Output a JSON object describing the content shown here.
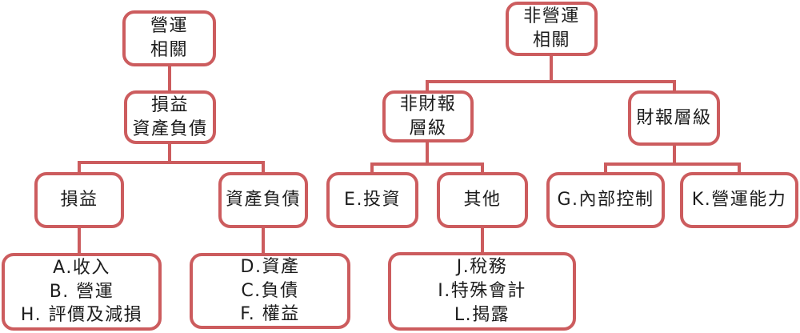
{
  "colors": {
    "line": "#cc5c5e",
    "text": "#1c1c1c",
    "background": "#ffffff"
  },
  "operations_tree": {
    "root_label": "營運\n相關",
    "mid_label": "損益\n資產負債",
    "profit_loss_label": "損益",
    "balance_sheet_label": "資產負債",
    "profit_loss_items": "A.收入\nB. 營運\nH. 評價及減損",
    "balance_sheet_items": "D.資產\nC.負債\nF. 權益"
  },
  "non_operations_tree": {
    "root_label": "非營運\n相關",
    "non_financial_level_label": "非財報\n層級",
    "financial_level_label": "財報層級",
    "investment_label": "E.投資",
    "other_label": "其他",
    "other_items": "J.稅務\nI.特殊會計\nL.揭露",
    "internal_control_label": "G.內部控制",
    "operating_capability_label": "K.營運能力"
  }
}
